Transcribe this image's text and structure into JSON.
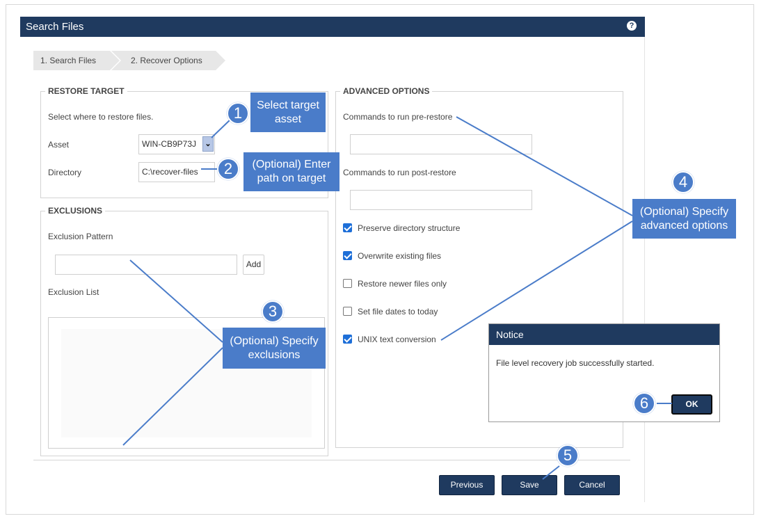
{
  "window": {
    "title": "Search Files",
    "help_icon": "question-circle-icon"
  },
  "breadcrumbs": [
    {
      "label": "1. Search Files"
    },
    {
      "label": "2. Recover Options"
    }
  ],
  "restore_target": {
    "legend": "RESTORE TARGET",
    "description": "Select where to restore files.",
    "asset_label": "Asset",
    "asset_value": "WIN-CB9P73J",
    "directory_label": "Directory",
    "directory_value": "C:\\recover-files"
  },
  "exclusions": {
    "legend": "EXCLUSIONS",
    "pattern_label": "Exclusion Pattern",
    "pattern_value": "",
    "add_label": "Add",
    "list_label": "Exclusion List"
  },
  "advanced": {
    "legend": "ADVANCED OPTIONS",
    "pre_restore_label": "Commands to run pre-restore",
    "pre_restore_value": "",
    "post_restore_label": "Commands to run post-restore",
    "post_restore_value": "",
    "options": [
      {
        "label": "Preserve directory structure",
        "checked": true
      },
      {
        "label": "Overwrite existing files",
        "checked": true
      },
      {
        "label": "Restore newer files only",
        "checked": false
      },
      {
        "label": "Set file dates to today",
        "checked": false
      },
      {
        "label": "UNIX text conversion",
        "checked": true
      }
    ]
  },
  "footer": {
    "previous": "Previous",
    "save": "Save",
    "cancel": "Cancel"
  },
  "notice": {
    "title": "Notice",
    "message": "File level recovery job successfully started.",
    "ok": "OK"
  },
  "callouts": [
    {
      "number": "1",
      "text": "Select target asset"
    },
    {
      "number": "2",
      "text": "(Optional) Enter path on target"
    },
    {
      "number": "3",
      "text": "(Optional) Specify exclusions"
    },
    {
      "number": "4",
      "text": "(Optional) Specify advanced options"
    },
    {
      "number": "5",
      "text": ""
    },
    {
      "number": "6",
      "text": ""
    }
  ],
  "colors": {
    "header": "#1f3a5f",
    "callout": "#4a7cc9",
    "checkbox": "#1e6fd8"
  }
}
